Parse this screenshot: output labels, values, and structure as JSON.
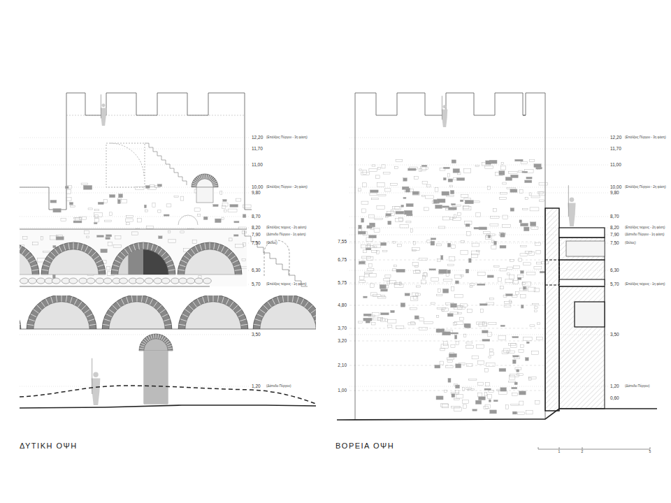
{
  "diagram": {
    "labels": [
      "ΔΥΤΙΚΗ ΟΨΗ",
      "ΒΟΡΕΙΑ ΟΨΗ",
      "12,20",
      "(Επάλξεις Πύργου - 3η φάση)",
      "11,70",
      "11,00",
      "10,00",
      "(Επάλξεις Πύργου - 2η φάση)",
      "9,80",
      "8,70",
      "8,20",
      "(Επάλξεις τείχους - 2η φάση)",
      "7,90",
      "(Δάπεδο Πύργου - 1η φάση)",
      "7,50",
      "(Θόλος)",
      "6,30",
      "5,70",
      "(Επάλξεις τείχους - 1η φάση)",
      "3,50",
      "1,20",
      "(Δάπεδο Πύργου)",
      "12,20",
      "(Επάλξεις Πύργου - 3η φάση)",
      "11,70",
      "11,00",
      "10,00",
      "(Επάλξεις Πύργου - 2η φάση)",
      "9,80",
      "8,70",
      "8,20",
      "(Επάλξεις τείχους - 2η φάση)",
      "7,90",
      "(Δάπεδο Πύργου - 1η φάση)",
      "7,50",
      "(Θόλος)",
      "6,30",
      "5,70",
      "(Επάλξεις τείχους - 1η φάση)",
      "3,50",
      "1,20",
      "(Δάπεδο Πύργου)",
      "0,60",
      "7,55",
      "6,75",
      "5,75",
      "4,80",
      "3,70",
      "3,20",
      "2,10",
      "1,00",
      "1",
      "2",
      "5"
    ]
  }
}
